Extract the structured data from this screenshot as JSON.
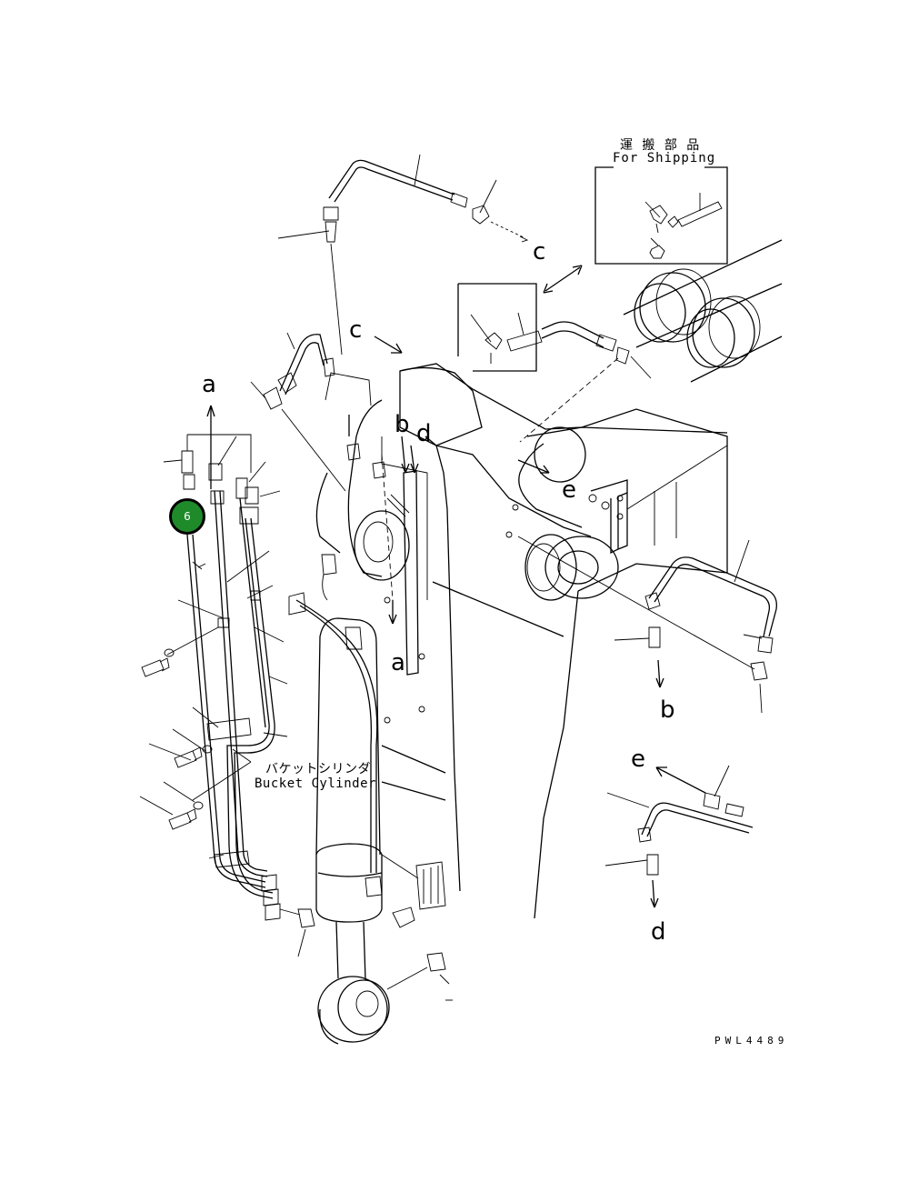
{
  "shipping": {
    "title_ja": "運 搬 部 品",
    "title_en": "For Shipping"
  },
  "bucket_cylinder": {
    "label_ja": "バケットシリンダ",
    "label_en": "Bucket Cylinder"
  },
  "callouts": [
    {
      "number": "6",
      "color": "#1f8a2a"
    }
  ],
  "arrow_labels": {
    "a_top": "a",
    "a_bottom": "a",
    "b_top": "b",
    "b_bottom": "b",
    "c_top": "c",
    "c_mid": "c",
    "d_top": "d",
    "d_bottom": "d",
    "e_mid": "e",
    "e_right": "e"
  },
  "drawing_code": "PWL4489"
}
